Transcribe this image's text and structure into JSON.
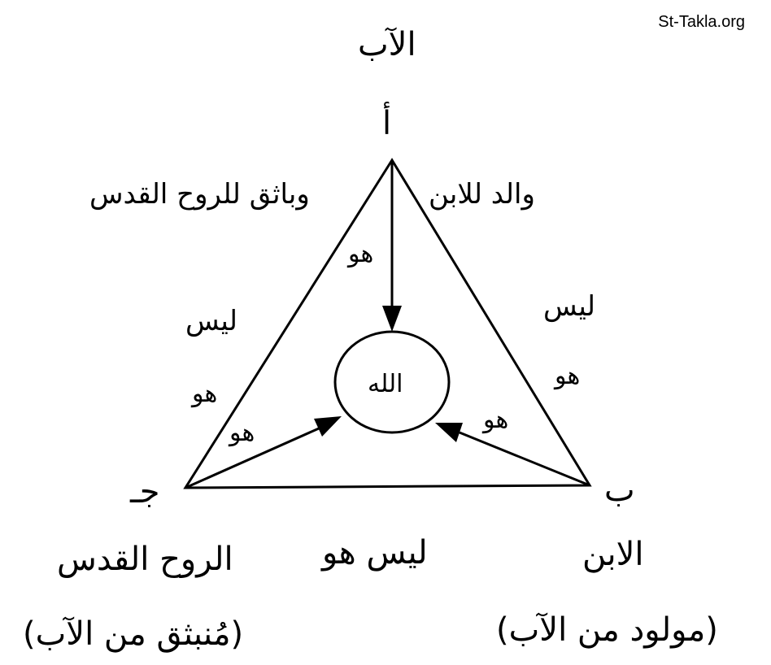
{
  "watermark": "St-Takla.org",
  "vertices": {
    "top_letter": "أ",
    "top_name": "الآب",
    "right_letter": "ب",
    "right_name": "الابن",
    "right_note": "(مولود من الآب)",
    "left_letter": "جـ",
    "left_name": "الروح القدس",
    "left_note": "(مُنبثق من الآب)"
  },
  "center": "الله",
  "edges": {
    "top_left_desc": "وباثق للروح القدس",
    "top_right_desc": "والد للابن",
    "left_side_not": "ليس",
    "left_side_is": "هو",
    "right_side_not": "ليس",
    "right_side_is": "هو",
    "bottom": "ليس هو"
  },
  "arrows": {
    "top_is": "هو",
    "left_is": "هو",
    "right_is": "هو"
  },
  "colors": {
    "line": "#000000",
    "background": "#ffffff"
  }
}
